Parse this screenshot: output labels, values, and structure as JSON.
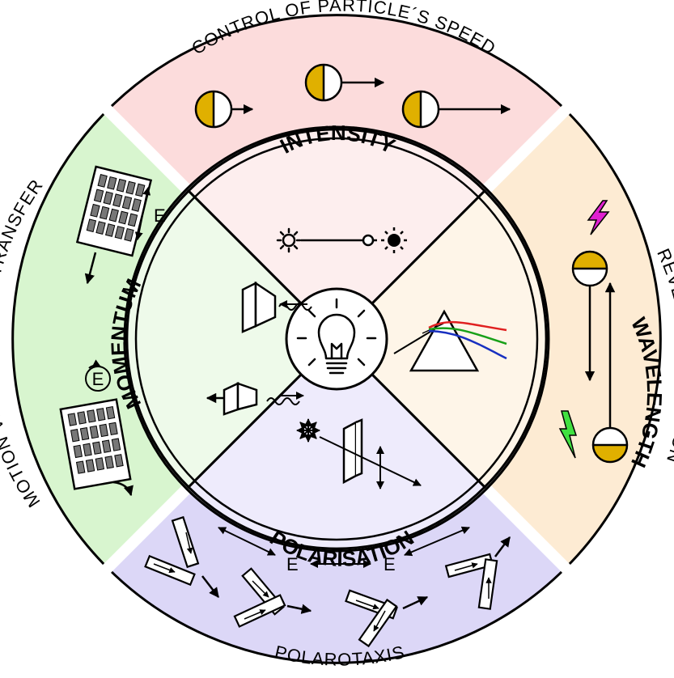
{
  "center": {
    "icon": "light-bulb-icon"
  },
  "inner_ring": {
    "intensity": {
      "label": "INTENSITY",
      "icons": [
        "dim-sun-icon",
        "bright-sun-icon"
      ]
    },
    "wavelength": {
      "label": "WAVELENGTH",
      "icon": "prism-icon"
    },
    "polarisation": {
      "label": "POLARISATION",
      "icons": [
        "unpolarized-light-icon",
        "polarizer-icon"
      ]
    },
    "momentum": {
      "label": "MOMENTUM",
      "icons": [
        "particle-icon",
        "photon-wave-icon"
      ]
    }
  },
  "outer_ring": {
    "top": {
      "label": "CONTROL OF PARTICLE´S SPEED"
    },
    "right": {
      "label": "REVERSAL OF MOTION"
    },
    "bottom": {
      "label": "POLAROTAXIS",
      "field_labels": [
        "E",
        "E"
      ]
    },
    "left": {
      "label": "MOTION VIA MOMENTUM TRANSFER",
      "field_labels": [
        "E",
        "E"
      ]
    }
  },
  "colors": {
    "top_outer": "#fcdcdc",
    "top_inner": "#fdeeee",
    "right_outer": "#fdebd3",
    "right_inner": "#fef5e8",
    "bottom_outer": "#dcd7f7",
    "bottom_inner": "#eeebfc",
    "left_outer": "#d8f5cf",
    "left_inner": "#eefaea",
    "particle_gold": "#e0b000",
    "spectrum_red": "#e02020",
    "spectrum_green": "#18a018",
    "spectrum_blue": "#1830c0",
    "bolt_magenta": "#e020d0",
    "bolt_green": "#40e040"
  }
}
